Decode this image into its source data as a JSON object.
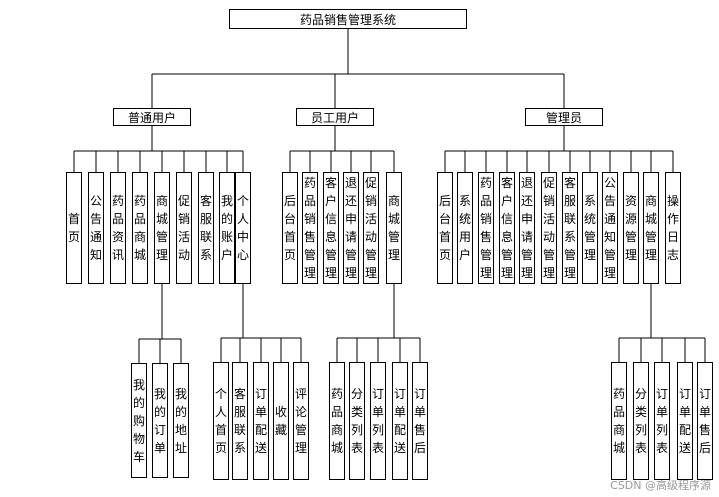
{
  "diagram": {
    "root": "药品销售管理系统",
    "roles": [
      {
        "label": "普通用户",
        "modules": [
          {
            "label": "首页"
          },
          {
            "label": "公告通知"
          },
          {
            "label": "药品资讯"
          },
          {
            "label": "药品商城"
          },
          {
            "label": "商城管理",
            "children": [
              "我的购物车",
              "我的订单",
              "我的地址"
            ]
          },
          {
            "label": "促销活动"
          },
          {
            "label": "客服联系"
          },
          {
            "label": "我的账户"
          },
          {
            "label": "个人中心",
            "children": [
              "个人首页",
              "客服联系",
              "订单配送",
              "收藏",
              "评论管理"
            ]
          }
        ]
      },
      {
        "label": "员工用户",
        "modules": [
          {
            "label": "后台首页"
          },
          {
            "label": "药品销售管理"
          },
          {
            "label": "客户信息管理"
          },
          {
            "label": "退还申请管理"
          },
          {
            "label": "促销活动管理"
          },
          {
            "label": "商城管理",
            "children": [
              "药品商城",
              "分类列表",
              "订单列表",
              "订单配送",
              "订单售后"
            ]
          }
        ]
      },
      {
        "label": "管理员",
        "modules": [
          {
            "label": "后台首页"
          },
          {
            "label": "系统用户"
          },
          {
            "label": "药品销售管理"
          },
          {
            "label": "客户信息管理"
          },
          {
            "label": "退还申请管理"
          },
          {
            "label": "促销活动管理"
          },
          {
            "label": "客服联系管理"
          },
          {
            "label": "系统管理"
          },
          {
            "label": "公告通知管理"
          },
          {
            "label": "资源管理"
          },
          {
            "label": "商城管理",
            "children": [
              "药品商城",
              "分类列表",
              "订单列表",
              "订单配送",
              "订单售后"
            ]
          },
          {
            "label": "操作日志"
          }
        ]
      }
    ]
  },
  "watermark": "CSDN @高级程序源"
}
